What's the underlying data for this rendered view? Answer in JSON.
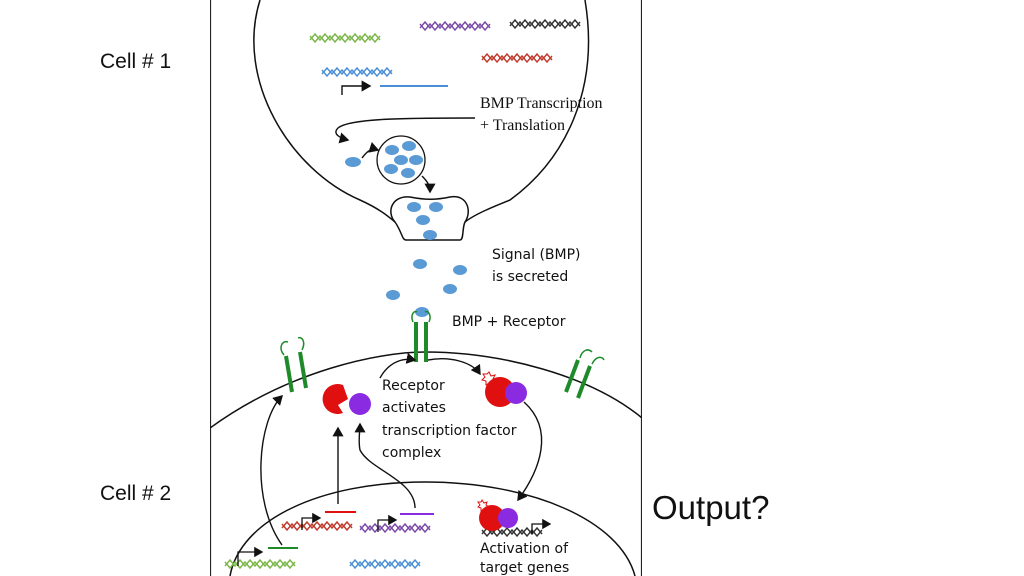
{
  "slide": {
    "cell1_label": "Cell # 1",
    "cell2_label": "Cell # 2",
    "output_label": "Output?"
  },
  "figure": {
    "bmp_transcription_line1": "BMP Transcription",
    "bmp_transcription_line2": "+ Translation",
    "signal_line1": "Signal (BMP)",
    "signal_line2": "is secreted",
    "bmp_receptor": "BMP + Receptor",
    "receptor_line1": "Receptor",
    "receptor_line2": "activates",
    "receptor_line3": "transcription factor",
    "receptor_line4": "complex",
    "activation_line1": "Activation of",
    "activation_line2": "target genes"
  },
  "colors": {
    "bmp_protein": "#5b9bd5",
    "receptor": "#1f8a2a",
    "tf_red": "#e01010",
    "tf_purple": "#8a2be2",
    "dna_blue": "#4a8fd6",
    "dna_green": "#7ab648",
    "dna_purple": "#7a4aa8",
    "dna_dark": "#333333",
    "dna_red": "#c0392b"
  }
}
